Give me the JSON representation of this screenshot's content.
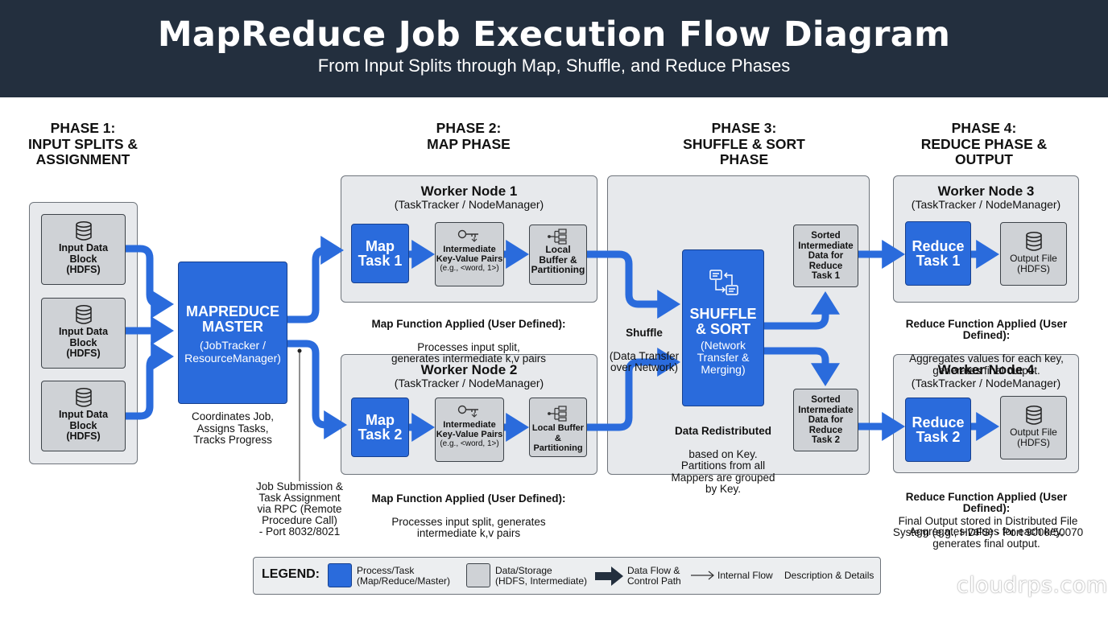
{
  "header": {
    "title": "MapReduce Job Execution Flow Diagram",
    "subtitle": "From Input Splits through Map, Shuffle, and Reduce Phases"
  },
  "phases": [
    "PHASE 1:\nINPUT SPLITS &\nASSIGNMENT",
    "PHASE 2:\nMAP PHASE",
    "PHASE 3:\nSHUFFLE & SORT\nPHASE",
    "PHASE 4:\nREDUCE PHASE &\nOUTPUT"
  ],
  "input_blocks": [
    "Input Data\nBlock\n(HDFS)",
    "Input Data\nBlock\n(HDFS)",
    "Input Data\nBlock\n(HDFS)"
  ],
  "master": {
    "title": "MAPREDUCE\nMASTER",
    "sub": "(JobTracker /\nResourceManager)",
    "note": "Coordinates Job,\nAssigns Tasks,\nTracks Progress",
    "rpc_note": "Job Submission &\nTask Assignment\nvia RPC (Remote\nProcedure Call)\n- Port 8032/8021"
  },
  "worker1": {
    "title": "Worker Node 1",
    "sub": "(TaskTracker / NodeManager)",
    "task": "Map\nTask 1",
    "kv_title": "Intermediate\nKey-Value Pairs",
    "kv_example": "(e.g., <word, 1>)",
    "buffer": "Local\nBuffer &\nPartitioning",
    "note_bold": "Map Function Applied (User Defined):",
    "note": "Processes input split,\ngenerates intermediate k,v pairs"
  },
  "worker2": {
    "title": "Worker Node 2",
    "sub": "(TaskTracker / NodeManager)",
    "task": "Map\nTask 2",
    "kv_title": "Intermediate\nKey-Value Pairs",
    "kv_example": "(e.g., <word, 1>)",
    "buffer": "Local Buffer\n& Partitioning",
    "note_bold": "Map Function Applied (User Defined):",
    "note": "Processes input split, generates\nintermediate k,v pairs"
  },
  "shuffle": {
    "side_label_bold": "Shuffle",
    "side_label": "(Data Transfer\nover Network)",
    "title": "SHUFFLE\n& SORT",
    "sub": "(Network\nTransfer &\nMerging)",
    "note_bold": "Data Redistributed",
    "note": "based on Key.\nPartitions from all\nMappers are grouped\nby Key.",
    "sorted1": "Sorted\nIntermediate\nData for\nReduce\nTask 1",
    "sorted2": "Sorted\nIntermediate\nData for\nReduce\nTask 2"
  },
  "worker3": {
    "title": "Worker Node 3",
    "sub": "(TaskTracker / NodeManager)",
    "task": "Reduce\nTask 1",
    "output": "Output File\n(HDFS)",
    "note_bold": "Reduce Function Applied (User Defined):",
    "note": "Aggregates values for each key,\ngenerates final output."
  },
  "worker4": {
    "title": "Worker Node 4",
    "sub": "(TaskTracker / NodeManager)",
    "task": "Reduce\nTask 2",
    "output": "Output File\n(HDFS)",
    "note_bold": "Reduce Function Applied (User Defined):",
    "note": "Aggregates values for each key,\ngenerates final output.",
    "final_note": "Final Output stored in Distributed File\nSystem (e.g., HDFS) - Port 9000/50070"
  },
  "legend": {
    "title": "LEGEND:",
    "process": "Process/Task\n(Map/Reduce/Master)",
    "data": "Data/Storage\n(HDFS, Intermediate)",
    "flow": "Data Flow &\nControl Path",
    "internal": "Internal Flow",
    "details": "Description & Details"
  },
  "watermark": "cloudrps.com",
  "colors": {
    "header_bg": "#232f3e",
    "process_blue": "#2a6bdc",
    "data_gray": "#cfd2d6",
    "panel_gray": "#e7e9ec"
  }
}
